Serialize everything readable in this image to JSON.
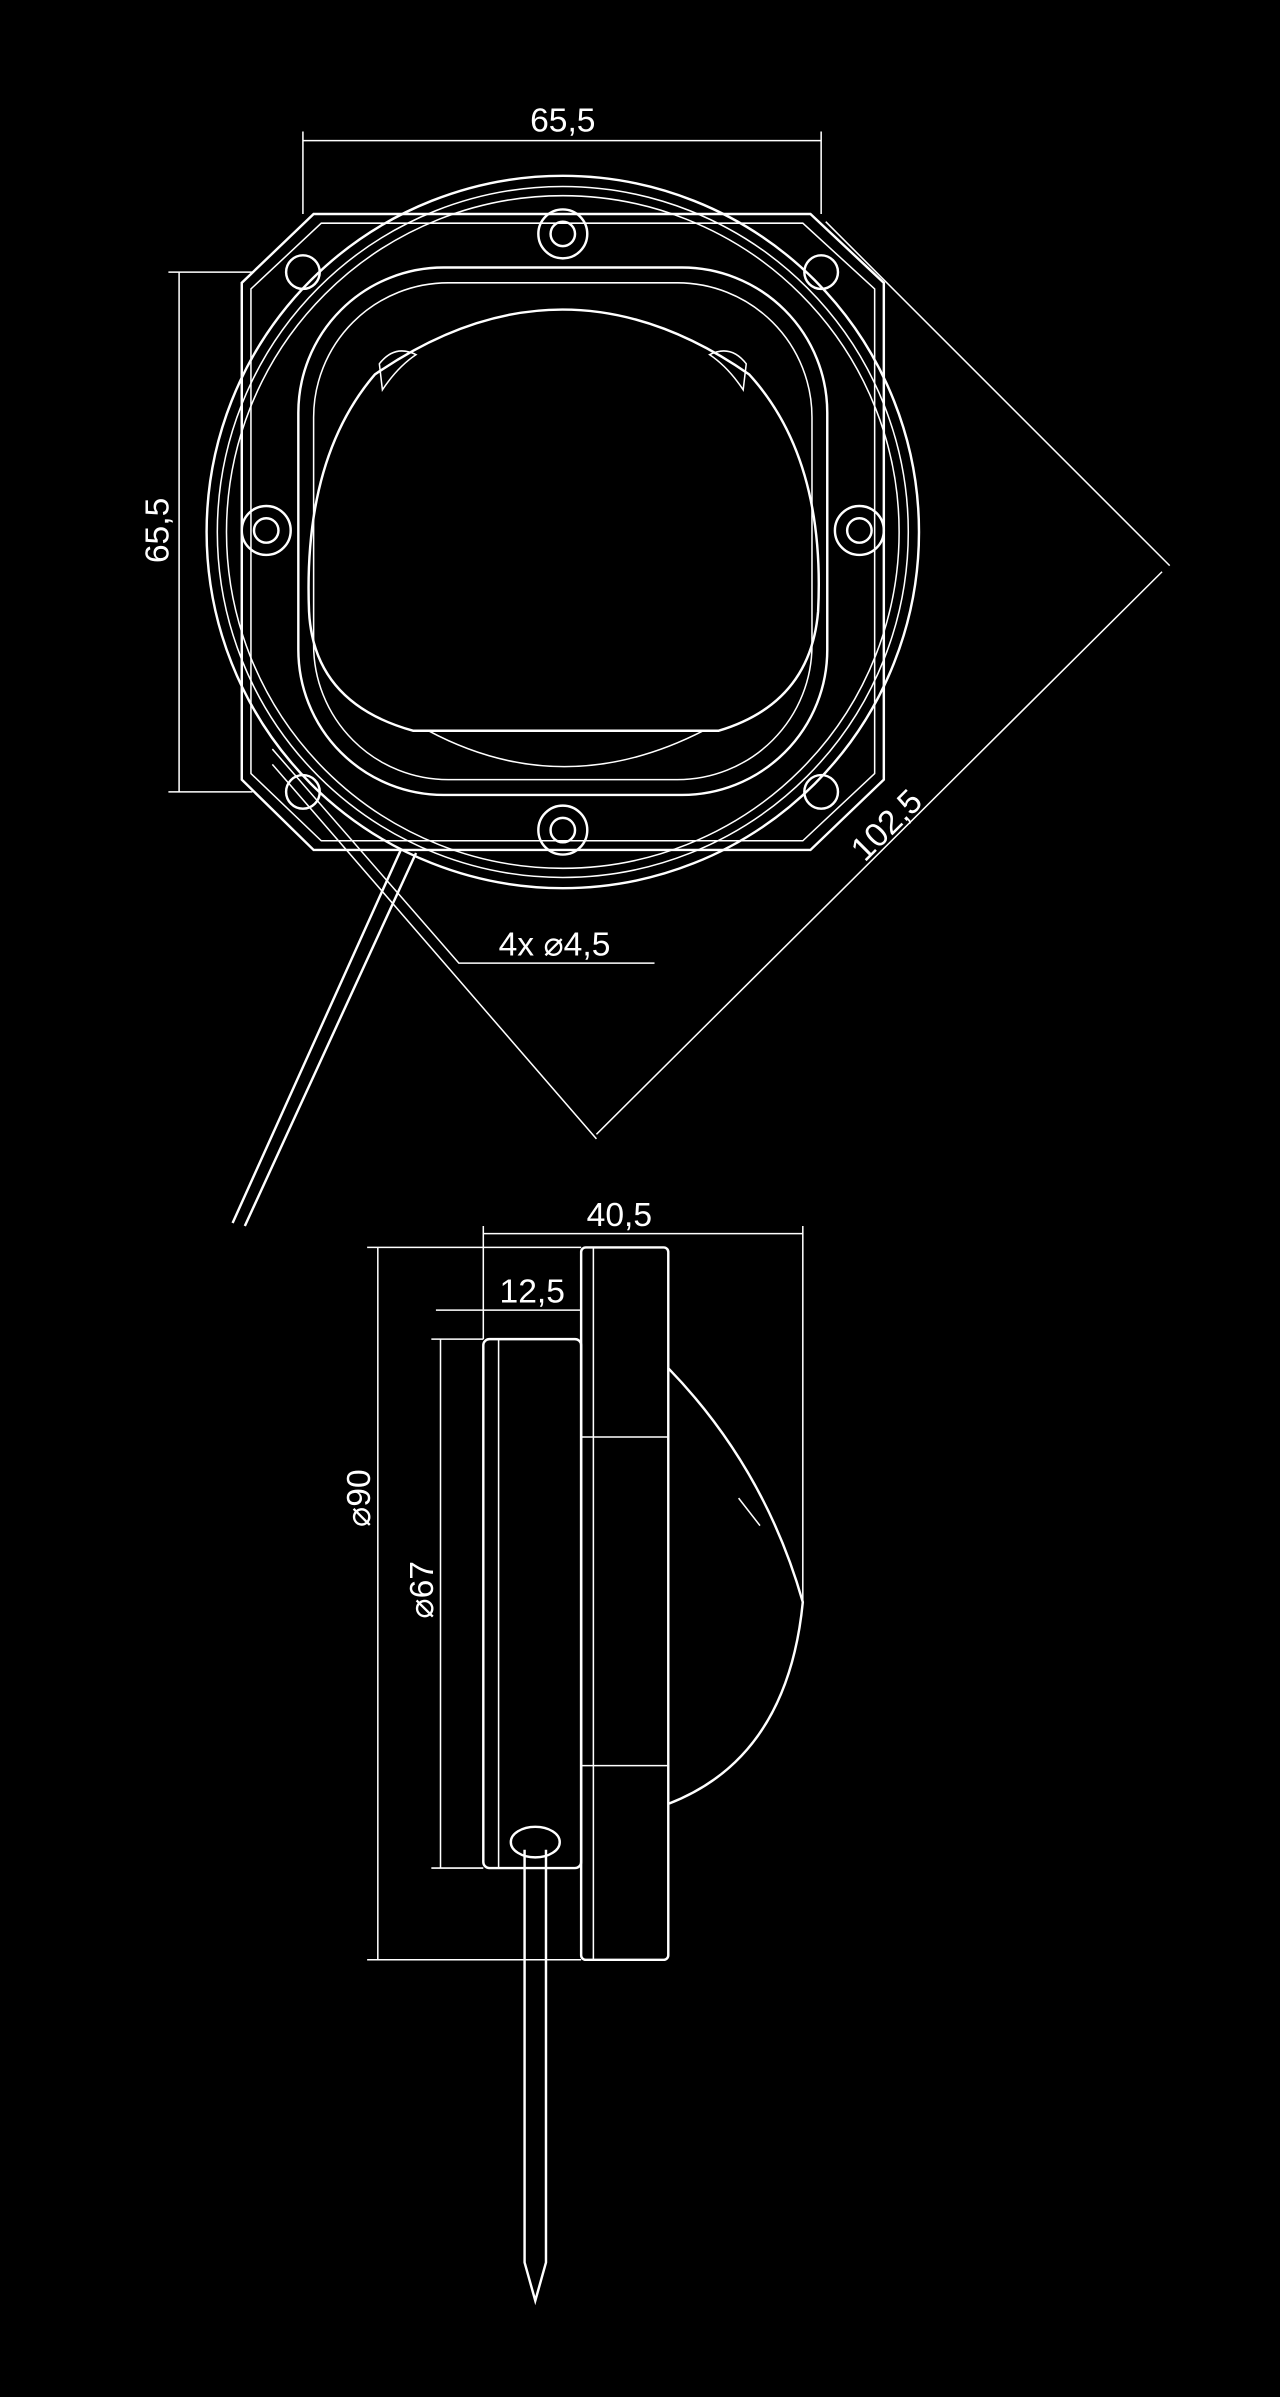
{
  "drawing": {
    "top_view": {
      "width_dim": "65,5",
      "height_dim": "65,5",
      "diagonal_dim": "102,5",
      "hole_note": "4x ⌀4,5"
    },
    "side_view": {
      "depth_dim": "40,5",
      "flange_dim": "12,5",
      "outer_dia": "⌀90",
      "inner_dia": "⌀67"
    },
    "colors": {
      "background": "#000000",
      "line": "#ffffff"
    }
  }
}
